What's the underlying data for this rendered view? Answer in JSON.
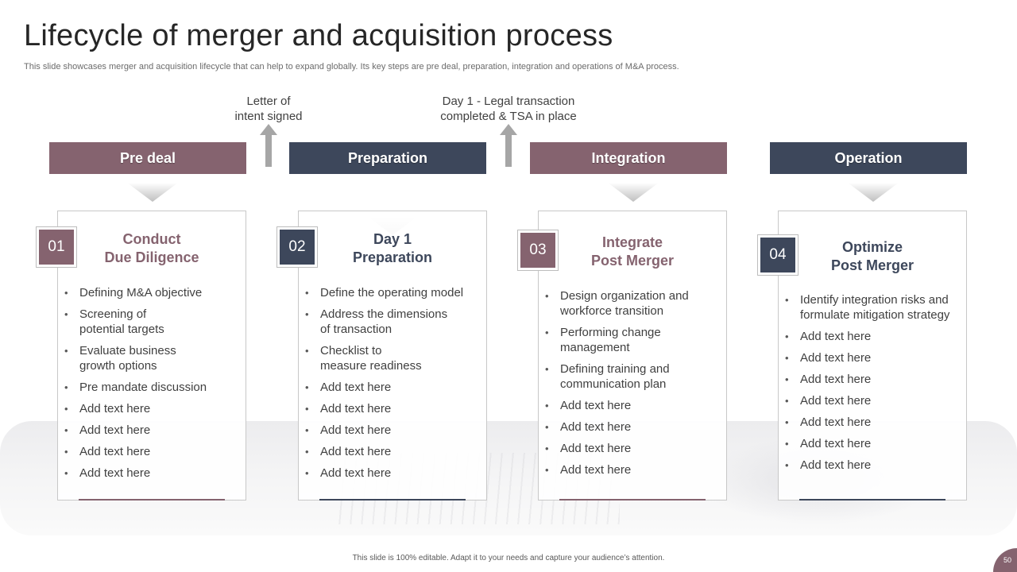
{
  "slide": {
    "title": "Lifecycle of merger and acquisition process",
    "subtitle": "This slide showcases merger and acquisition lifecycle that can help to expand globally. Its key steps are pre deal, preparation, integration and operations of M&A process.",
    "footer": "This slide is 100% editable. Adapt it to your needs and capture your audience’s attention.",
    "page_number": "50"
  },
  "milestones": [
    {
      "line1": "Letter of",
      "line2": "intent signed",
      "icon": "up-arrow-icon"
    },
    {
      "line1": "Day 1 - Legal transaction",
      "line2": "completed & TSA in place",
      "icon": "up-arrow-icon"
    }
  ],
  "phases": [
    {
      "label": "Pre deal",
      "color": "#85636f",
      "number": "01",
      "title_line1": "Conduct",
      "title_line2": "Due Diligence",
      "bullets": [
        {
          "a": "Defining M&A objective",
          "b": ""
        },
        {
          "a": "Screening of",
          "b": "potential targets"
        },
        {
          "a": "Evaluate business",
          "b": "growth options"
        },
        {
          "a": "Pre mandate discussion",
          "b": ""
        },
        {
          "a": "Add text here",
          "b": ""
        },
        {
          "a": "Add text here",
          "b": ""
        },
        {
          "a": "Add text here",
          "b": ""
        },
        {
          "a": "Add text here",
          "b": ""
        }
      ]
    },
    {
      "label": "Preparation",
      "color": "#3d475b",
      "number": "02",
      "title_line1": "Day 1",
      "title_line2": "Preparation",
      "bullets": [
        {
          "a": "Define the operating model",
          "b": ""
        },
        {
          "a": "Address the dimensions",
          "b": "of transaction"
        },
        {
          "a": "Checklist to",
          "b": "measure readiness"
        },
        {
          "a": "Add text here",
          "b": ""
        },
        {
          "a": "Add text here",
          "b": ""
        },
        {
          "a": "Add text here",
          "b": ""
        },
        {
          "a": "Add text here",
          "b": ""
        },
        {
          "a": "Add text here",
          "b": ""
        }
      ]
    },
    {
      "label": "Integration",
      "color": "#85636f",
      "number": "03",
      "title_line1": "Integrate",
      "title_line2": "Post Merger",
      "bullets": [
        {
          "a": "Design organization and",
          "b": "workforce transition"
        },
        {
          "a": "Performing change",
          "b": "management"
        },
        {
          "a": "Defining training and",
          "b": "communication plan"
        },
        {
          "a": "Add text here",
          "b": ""
        },
        {
          "a": "Add text here",
          "b": ""
        },
        {
          "a": "Add text here",
          "b": ""
        },
        {
          "a": "Add text here",
          "b": ""
        }
      ]
    },
    {
      "label": "Operation",
      "color": "#3d475b",
      "number": "04",
      "title_line1": "Optimize",
      "title_line2": "Post Merger",
      "bullets": [
        {
          "a": "Identify integration risks and",
          "b": "formulate mitigation strategy"
        },
        {
          "a": "Add text here",
          "b": ""
        },
        {
          "a": "Add text here",
          "b": ""
        },
        {
          "a": "Add text here",
          "b": ""
        },
        {
          "a": "Add text here",
          "b": ""
        },
        {
          "a": "Add text here",
          "b": ""
        },
        {
          "a": "Add text here",
          "b": ""
        },
        {
          "a": "Add text here",
          "b": ""
        }
      ]
    }
  ]
}
